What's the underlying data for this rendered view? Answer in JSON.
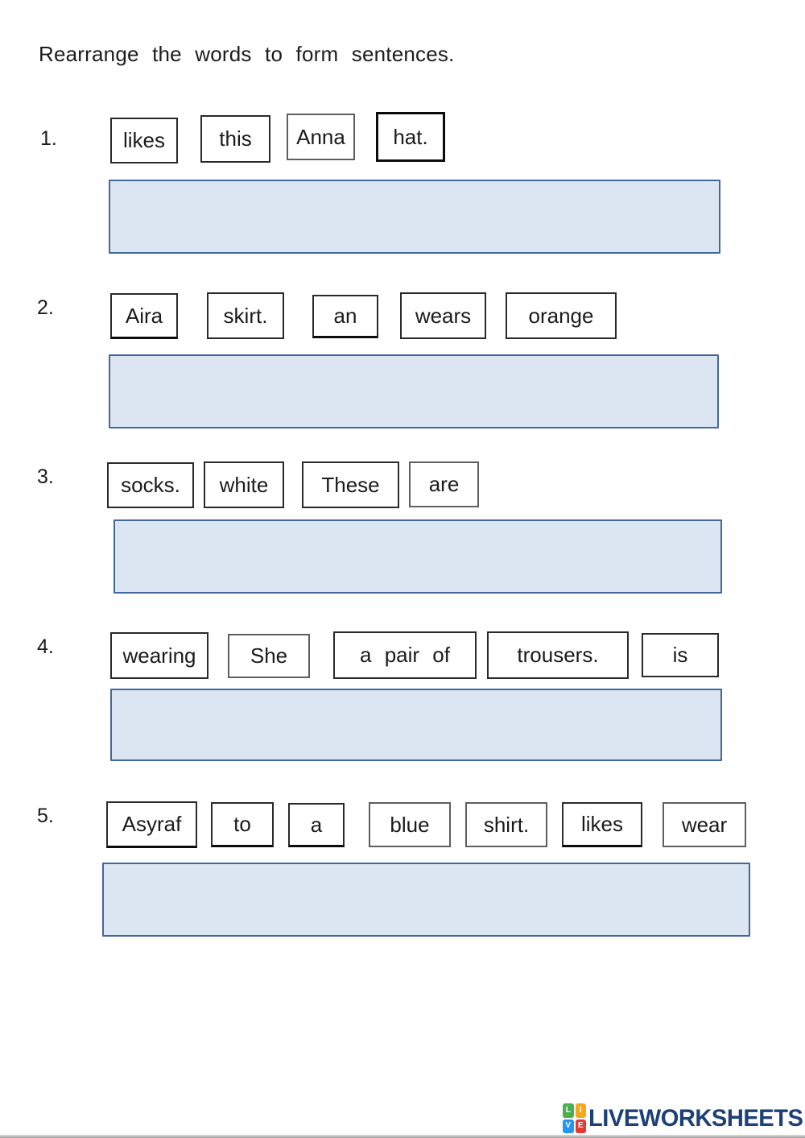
{
  "title": "Rearrange the words to form sentences.",
  "questions": [
    {
      "number": "1.",
      "words": [
        "likes",
        "this",
        "Anna",
        "hat."
      ]
    },
    {
      "number": "2.",
      "words": [
        "Aira",
        "skirt.",
        "an",
        "wears",
        "orange"
      ]
    },
    {
      "number": "3.",
      "words": [
        "socks.",
        "white",
        "These",
        "are"
      ]
    },
    {
      "number": "4.",
      "words": [
        "wearing",
        "She",
        "a pair of",
        "trousers.",
        "is"
      ]
    },
    {
      "number": "5.",
      "words": [
        "Asyraf",
        "to",
        "a",
        "blue",
        "shirt.",
        "likes",
        "wear"
      ]
    }
  ],
  "answer_boxes": {
    "count": 5,
    "value": ""
  },
  "colors": {
    "answer_fill": "#dce6f2",
    "answer_border": "#44679b",
    "word_box_border": "#2a2a2a",
    "logo_text_color": "#1d4077",
    "logo_tile_l": "#4caf50",
    "logo_tile_i": "#f5a81c",
    "logo_tile_v": "#2196f3",
    "logo_tile_e": "#e53935"
  },
  "footer": {
    "brand": "LIVEWORKSHEETS",
    "tiles": [
      "L",
      "I",
      "V",
      "E"
    ]
  }
}
